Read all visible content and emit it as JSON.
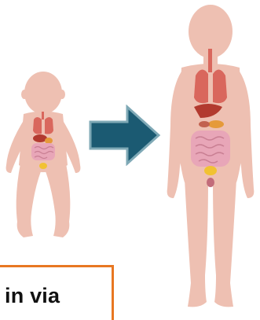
{
  "caption": {
    "text": "in via"
  },
  "colors": {
    "skin": "#eec0b2",
    "skin_shadow": "#e6ad9c",
    "lungs": "#d9675d",
    "liver": "#b23a2f",
    "intestine": "#e8a6b8",
    "bladder": "#f1c232",
    "arrow_fill": "#1b5a72",
    "arrow_stroke": "#7fa9b6",
    "caption_border": "#e87722"
  },
  "icons": {
    "infant": "baby-anatomy-figure",
    "child": "child-anatomy-figure",
    "arrow": "right-arrow-icon"
  }
}
